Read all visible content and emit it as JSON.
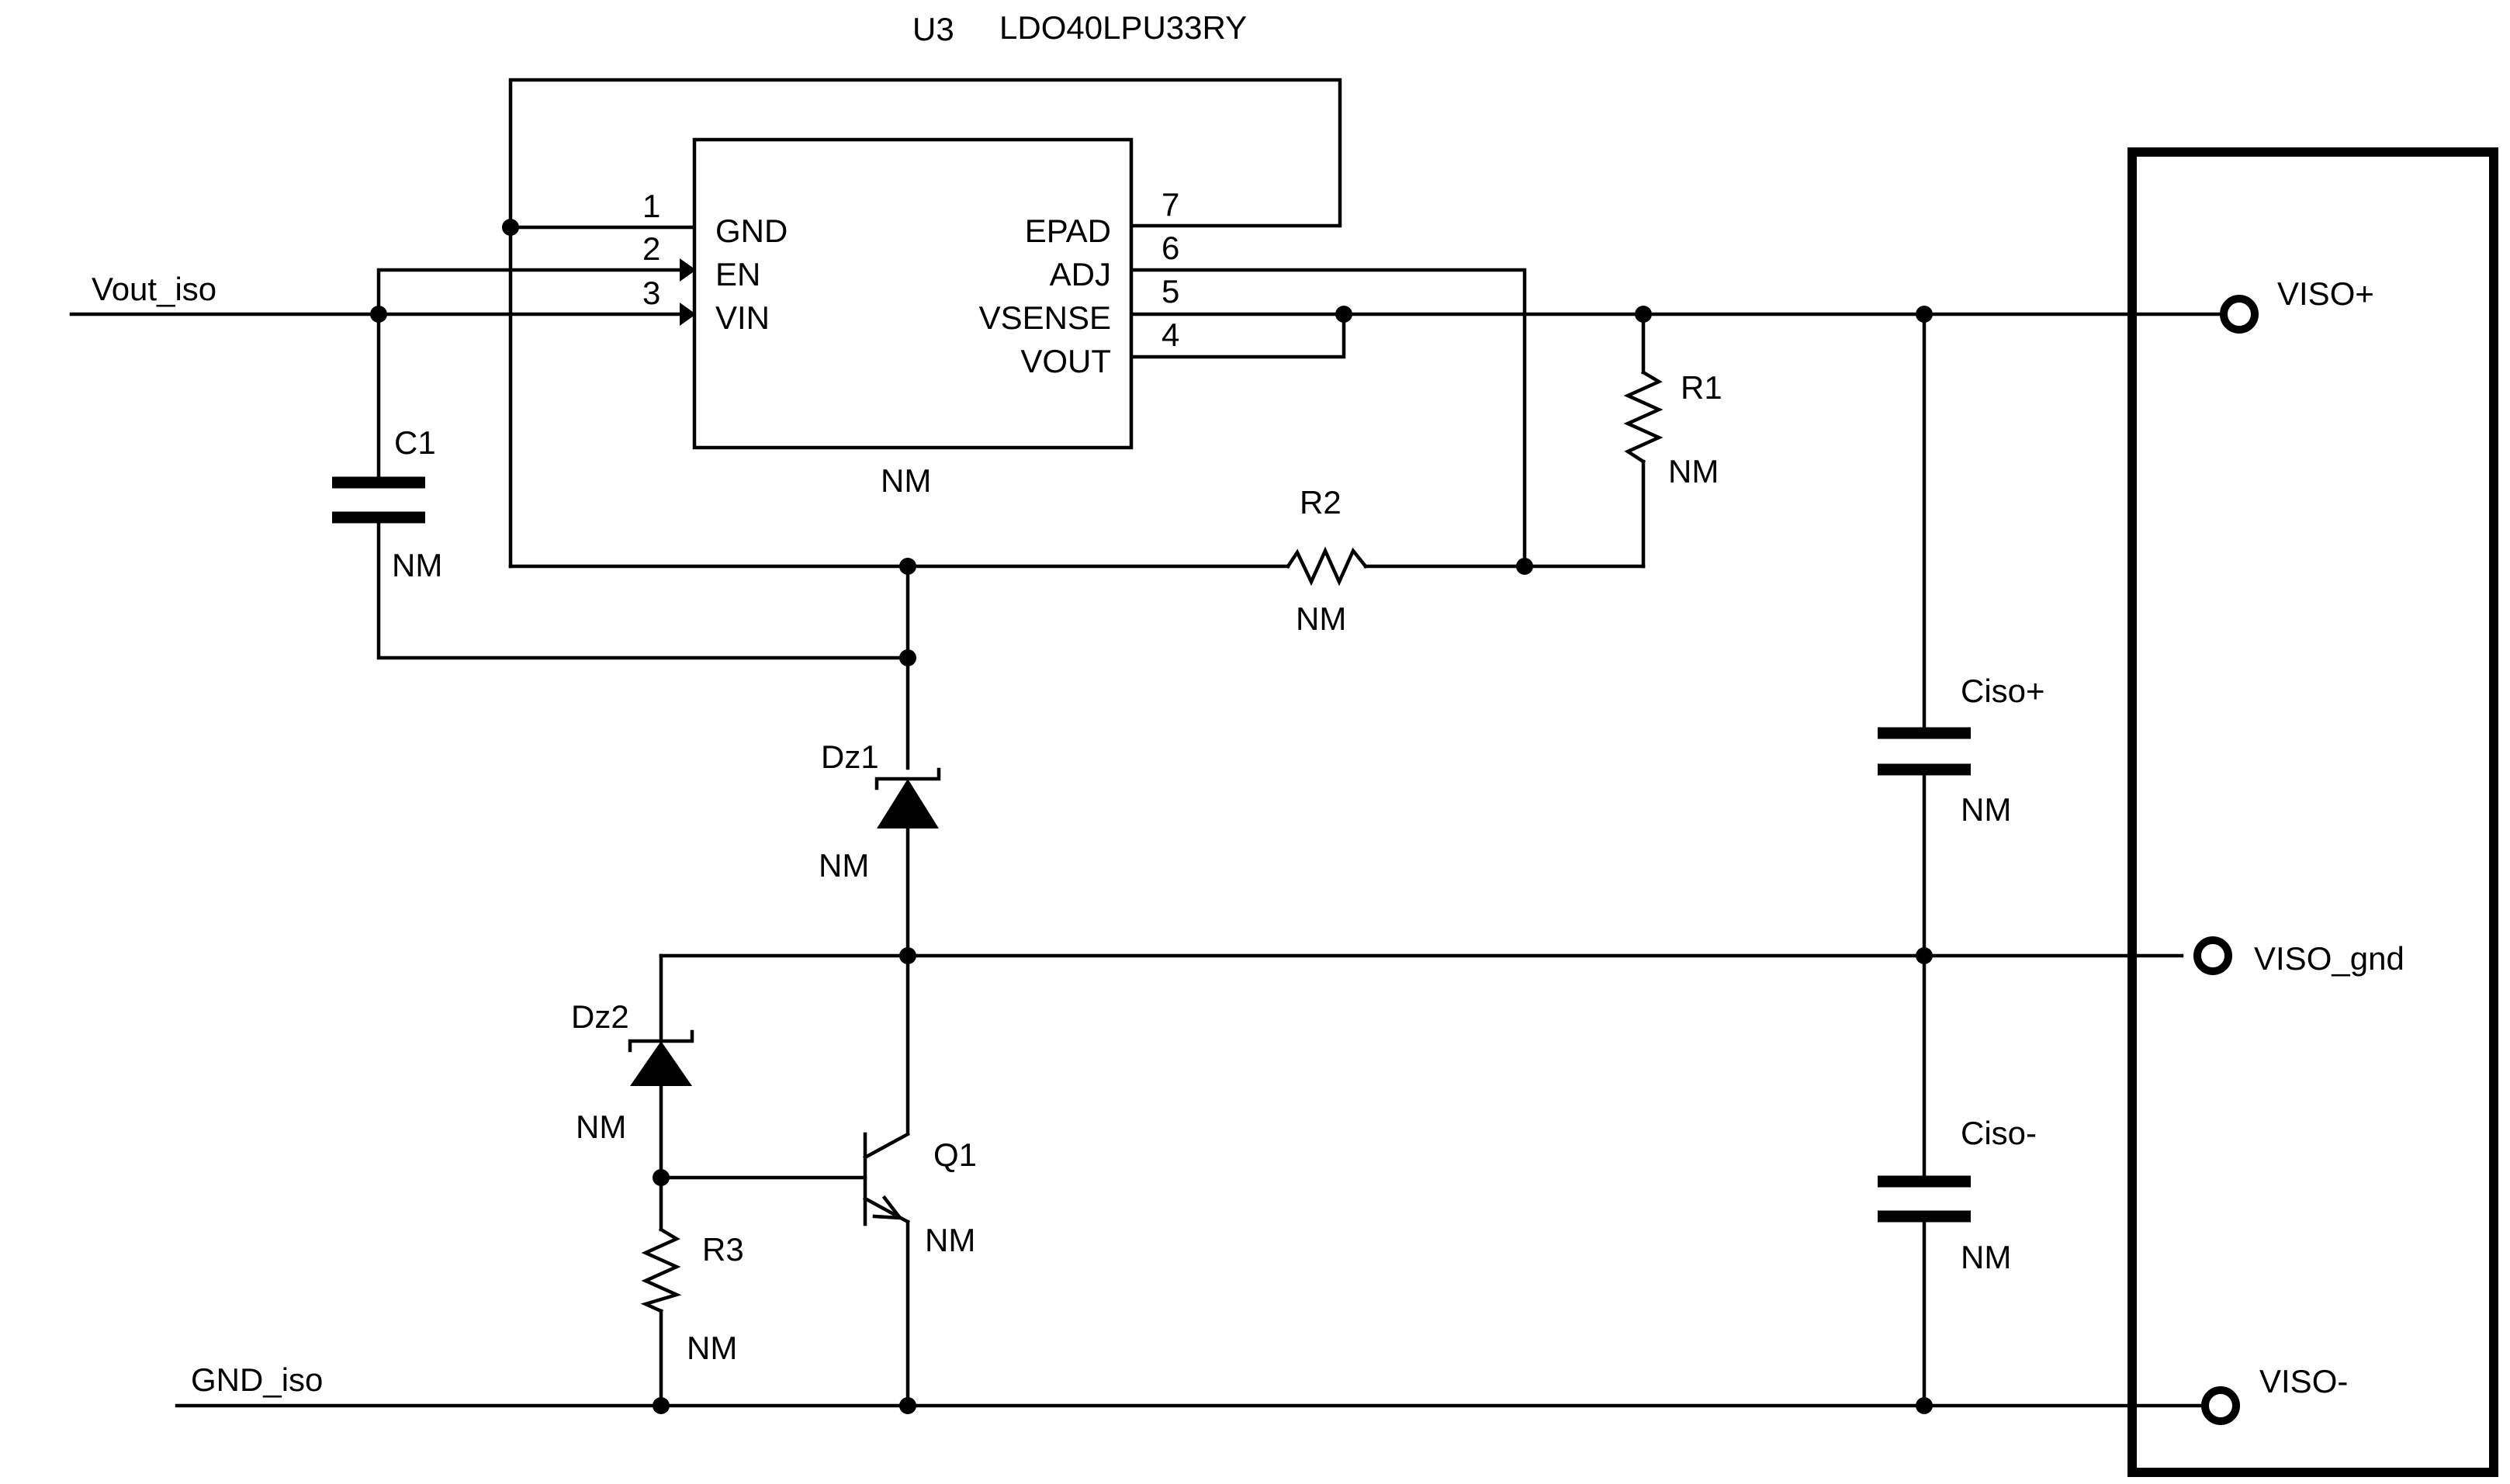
{
  "u3": {
    "refdes": "U3",
    "part_number": "LDO40LPU33RY",
    "value": "NM",
    "pins_left": [
      {
        "number": "1",
        "name": "GND"
      },
      {
        "number": "2",
        "name": "EN"
      },
      {
        "number": "3",
        "name": "VIN"
      }
    ],
    "pins_right": [
      {
        "number": "7",
        "name": "EPAD"
      },
      {
        "number": "6",
        "name": "ADJ"
      },
      {
        "number": "5",
        "name": "VSENSE"
      },
      {
        "number": "4",
        "name": "VOUT"
      }
    ]
  },
  "components": {
    "c1": {
      "refdes": "C1",
      "value": "NM"
    },
    "r1": {
      "refdes": "R1",
      "value": "NM"
    },
    "r2": {
      "refdes": "R2",
      "value": "NM"
    },
    "r3": {
      "refdes": "R3",
      "value": "NM"
    },
    "dz1": {
      "refdes": "Dz1",
      "value": "NM"
    },
    "dz2": {
      "refdes": "Dz2",
      "value": "NM"
    },
    "q1": {
      "refdes": "Q1",
      "value": "NM"
    },
    "ciso_plus": {
      "refdes": "Ciso+",
      "value": "NM"
    },
    "ciso_minus": {
      "refdes": "Ciso-",
      "value": "NM"
    }
  },
  "nets": {
    "vout_iso": "Vout_iso",
    "gnd_iso": "GND_iso"
  },
  "connector": {
    "terminals": [
      "VISO+",
      "VISO_gnd",
      "VISO-"
    ]
  }
}
